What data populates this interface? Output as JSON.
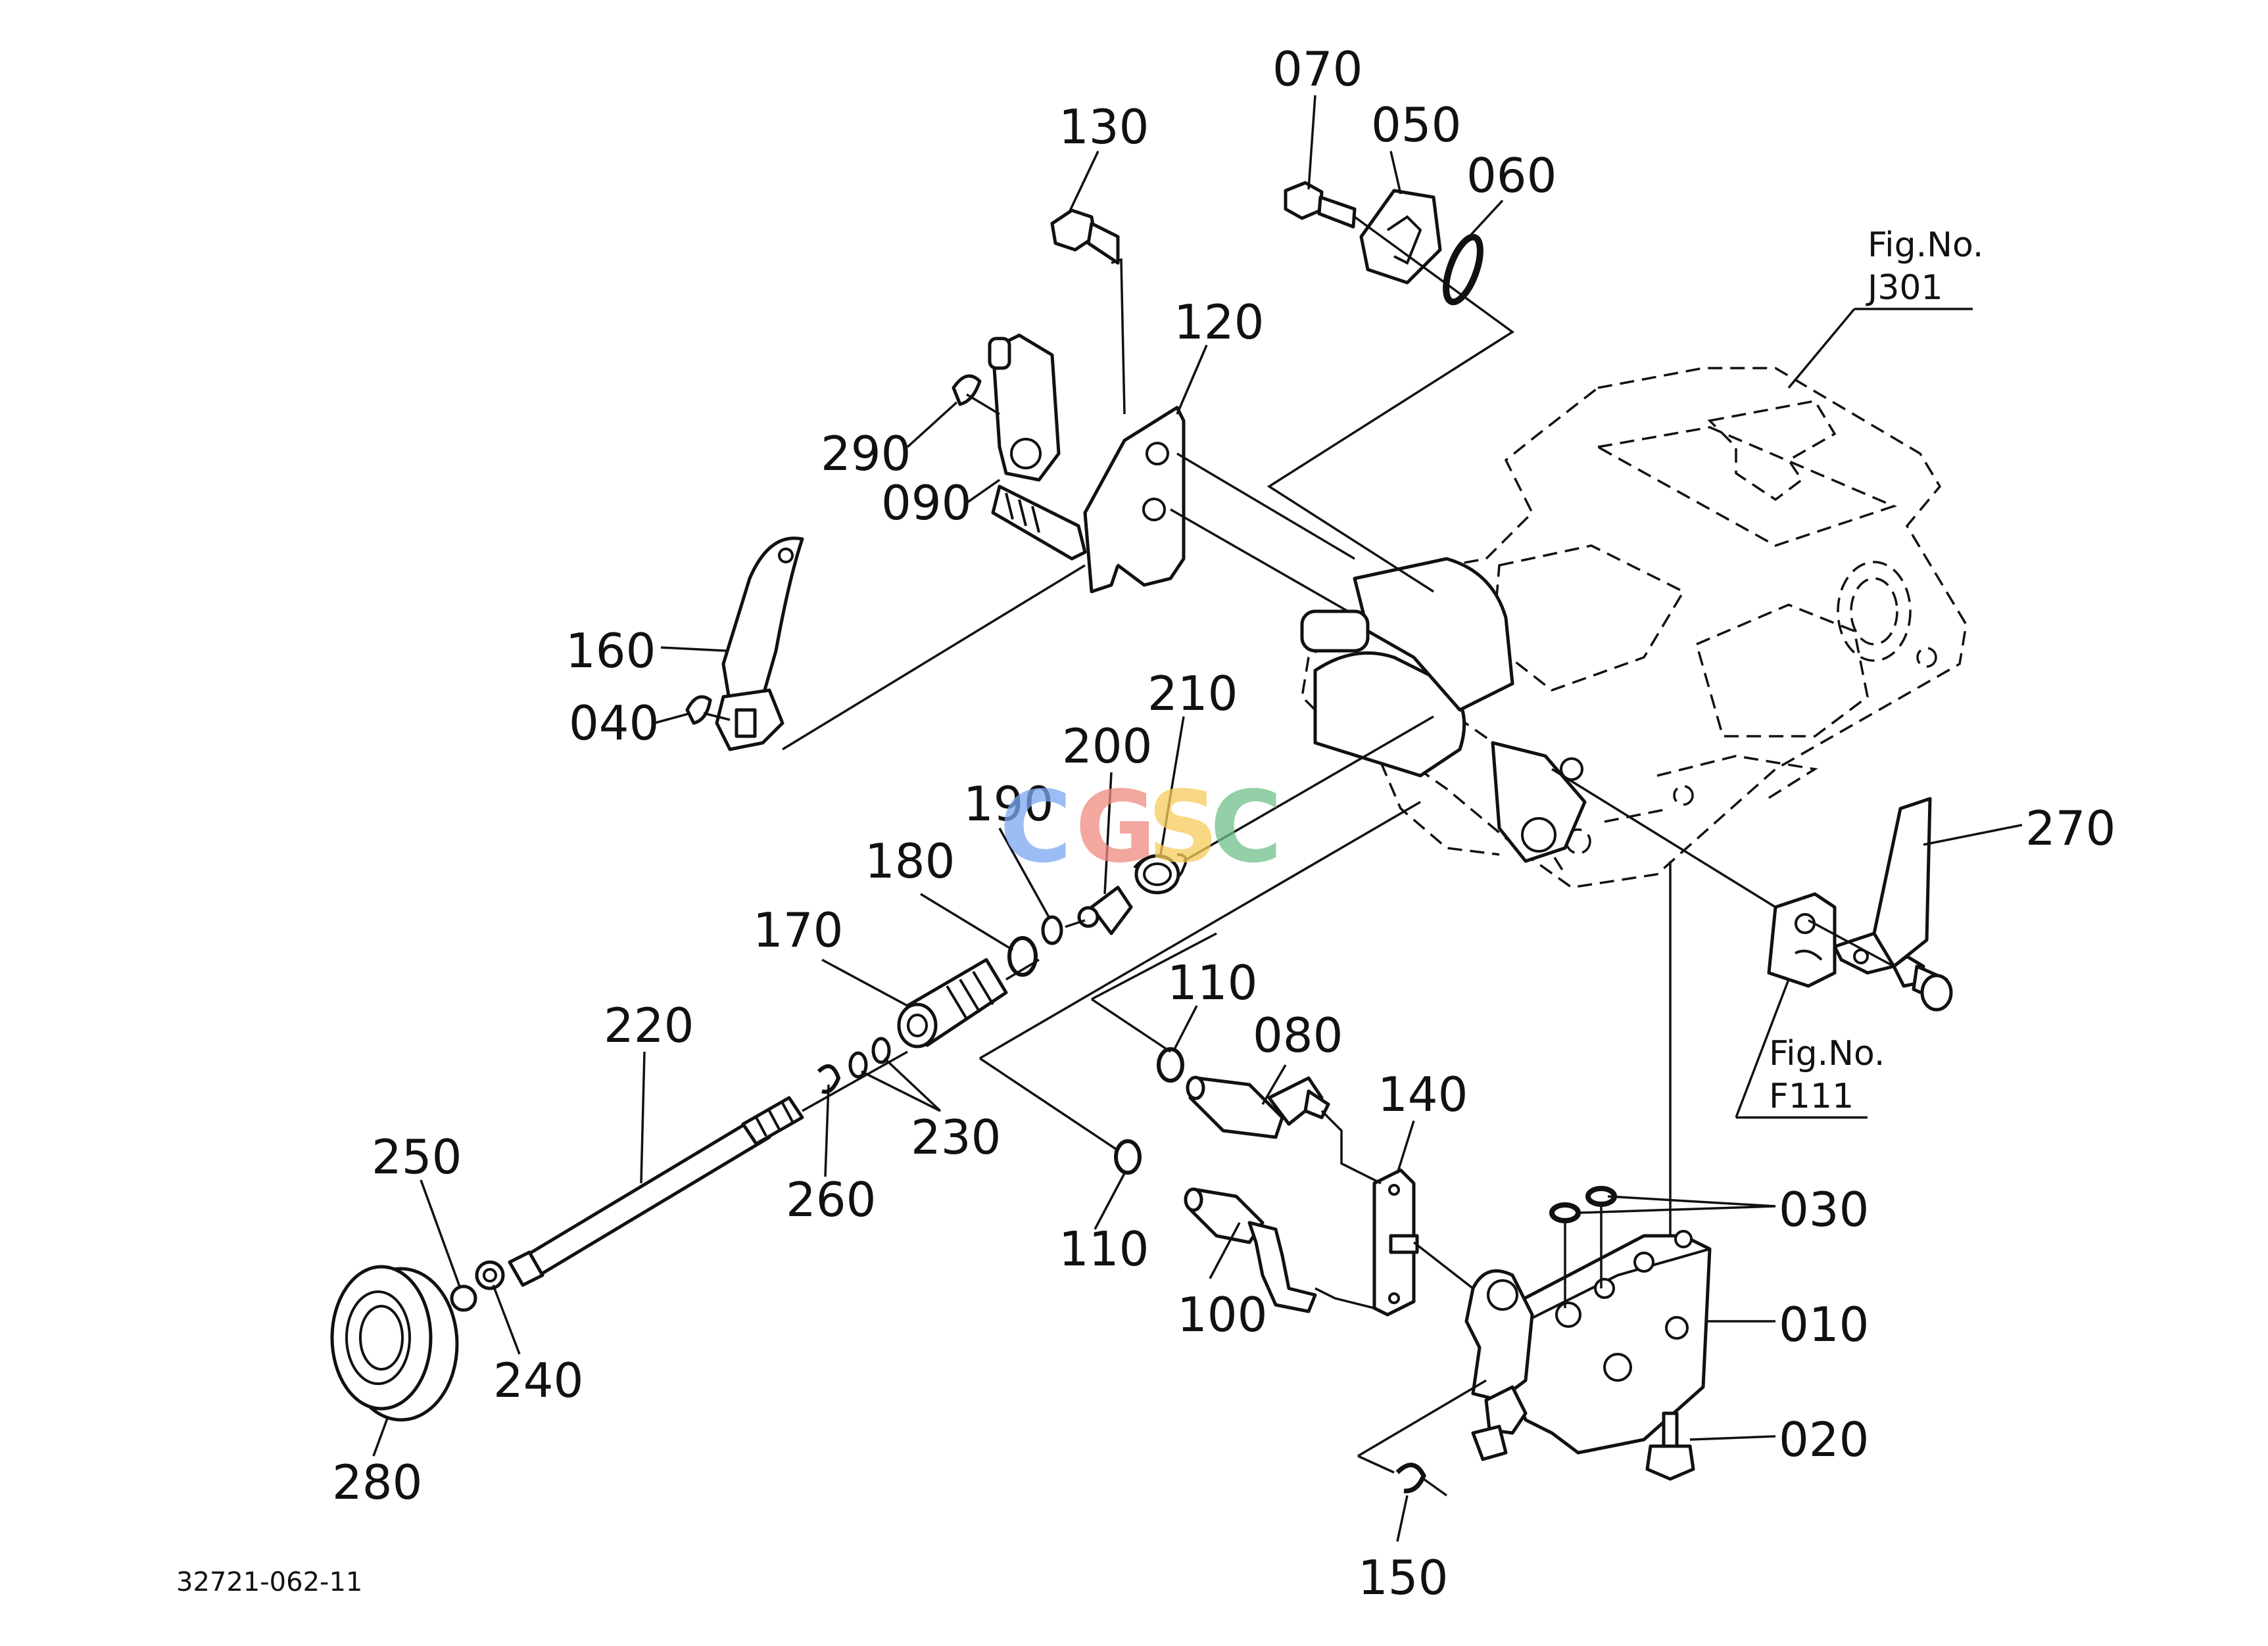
{
  "labels": {
    "p070": "070",
    "p050": "050",
    "p060": "060",
    "p130": "130",
    "p120": "120",
    "p290": "290",
    "p090": "090",
    "p160": "160",
    "p040": "040",
    "p210": "210",
    "p200": "200",
    "p190": "190",
    "p180": "180",
    "p170": "170",
    "p220": "220",
    "p230": "230",
    "p260": "260",
    "p250": "250",
    "p240": "240",
    "p280": "280",
    "p110a": "110",
    "p080": "080",
    "p140": "140",
    "p110b": "110",
    "p100": "100",
    "p030": "030",
    "p010": "010",
    "p020": "020",
    "p150": "150",
    "p270": "270"
  },
  "figrefs": {
    "j301_line1": "Fig.No.",
    "j301_line2": "J301",
    "f111_line1": "Fig.No.",
    "f111_line2": "F111"
  },
  "drawing_code": "32721-062-11",
  "watermark": {
    "letters": [
      "C",
      "G",
      "S",
      "C"
    ],
    "colors": [
      "#7aa8f0",
      "#f08a80",
      "#f6cc5a",
      "#6fc08a"
    ]
  }
}
